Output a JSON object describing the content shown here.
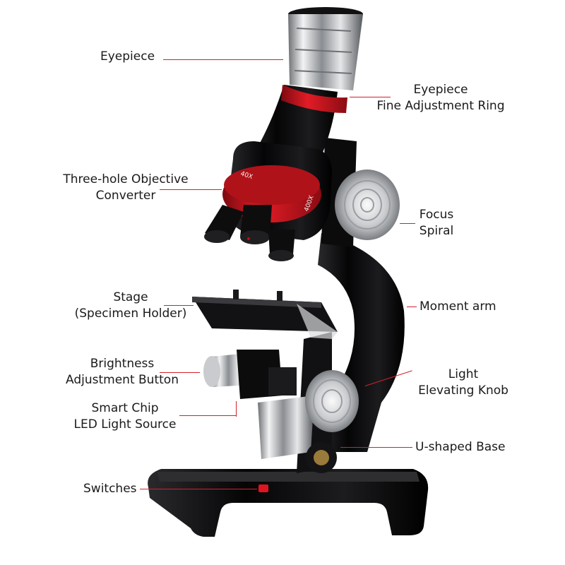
{
  "labels": {
    "eyepiece": "Eyepiece",
    "eyepiece_ring_1": "Eyepiece",
    "eyepiece_ring_2": "Fine Adjustment Ring",
    "objective_1": "Three-hole Objective",
    "objective_2": "Converter",
    "focus_1": "Focus",
    "focus_2": "Spiral",
    "stage_1": "Stage",
    "stage_2": "(Specimen Holder)",
    "moment_arm": "Moment arm",
    "brightness_1": "Brightness",
    "brightness_2": "Adjustment Button",
    "light_knob_1": "Light",
    "light_knob_2": "Elevating Knob",
    "led_1": "Smart Chip",
    "led_2": "LED Light Source",
    "base": "U-shaped Base",
    "switches": "Switches"
  },
  "objective_marks": [
    "40X",
    "400X"
  ],
  "colors": {
    "leader_line": "#d4202a",
    "body": "#0f0f10",
    "accent_red": "#c8141c",
    "metal": "#c9ccd0"
  }
}
